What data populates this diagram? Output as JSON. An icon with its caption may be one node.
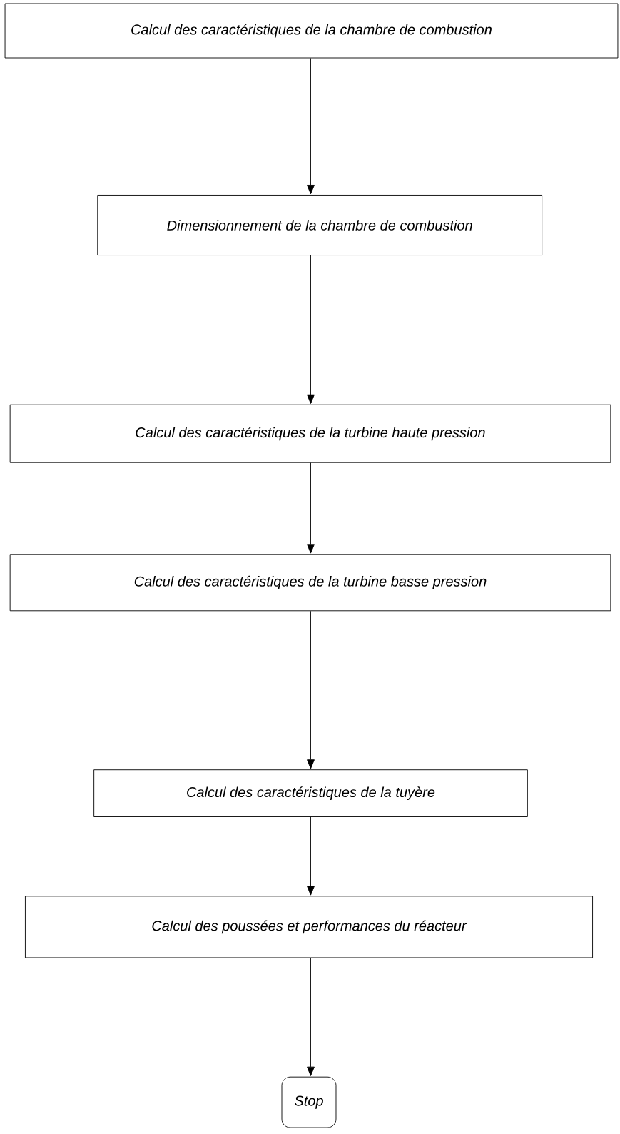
{
  "diagram": {
    "nodes": [
      {
        "text": [
          "Calcul des caractéristiques de la chambre de combustion"
        ]
      },
      {
        "text": [
          "Dimensionnement de la chambre de combustion"
        ]
      },
      {
        "text": [
          "Calcul des caractéristiques de la turbine haute pression"
        ]
      },
      {
        "text": [
          "Calcul des caractéristiques de la turbine basse pression"
        ]
      },
      {
        "text": [
          "Calcul des caractéristiques de la tuyère"
        ]
      },
      {
        "text": [
          "Calcul des poussées et performances du réacteur"
        ]
      },
      {
        "text": [
          "Stop"
        ]
      }
    ],
    "edges": [
      {
        "from": 0,
        "to": 1,
        "arrow": "to"
      },
      {
        "from": 1,
        "to": 2,
        "arrow": "to"
      },
      {
        "from": 2,
        "to": 3,
        "arrow": "to"
      },
      {
        "from": 3,
        "to": 4,
        "arrow": "to"
      },
      {
        "from": 4,
        "to": 5,
        "arrow": "to"
      },
      {
        "from": 5,
        "to": 6,
        "arrow": "to"
      }
    ]
  }
}
